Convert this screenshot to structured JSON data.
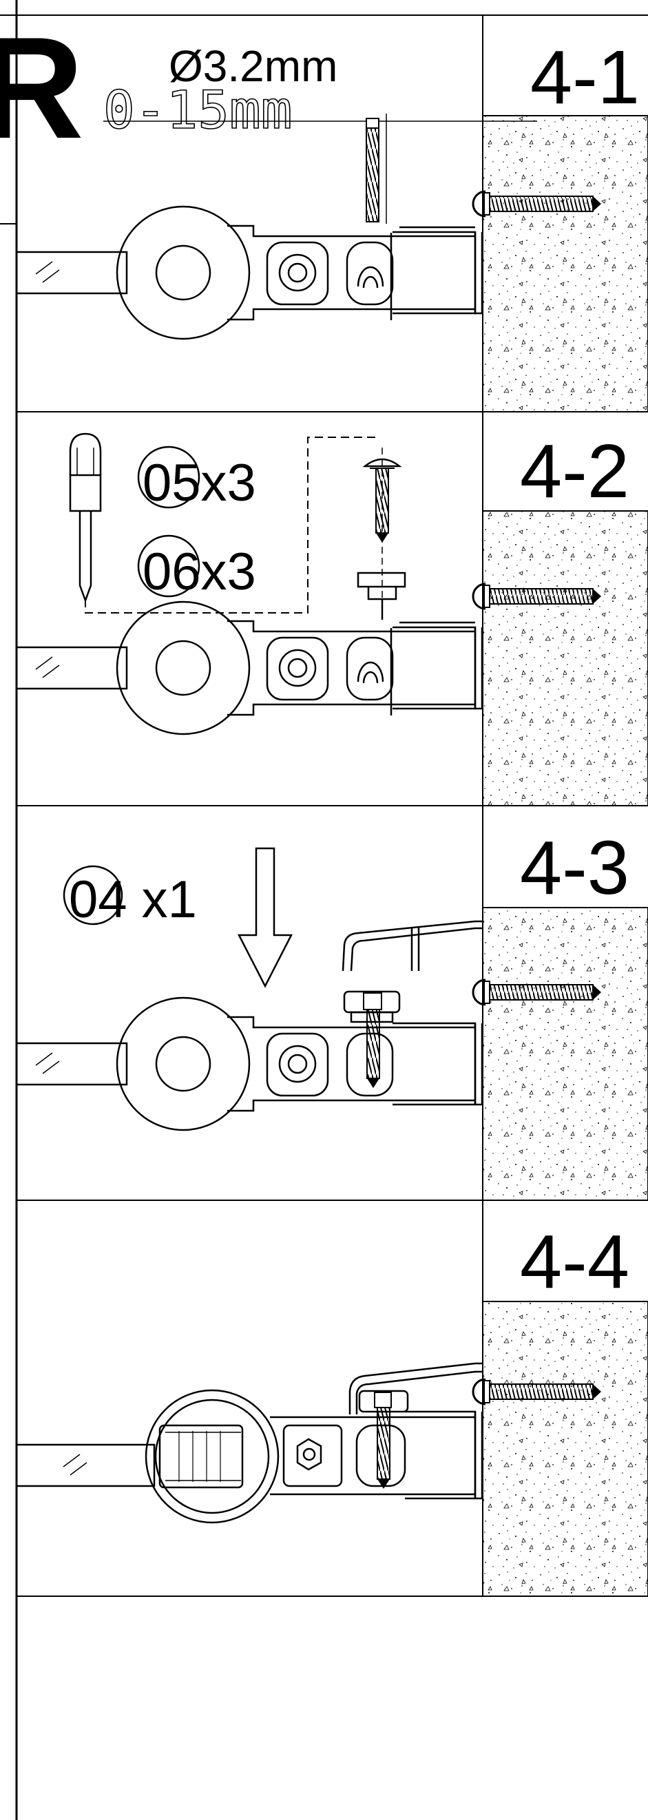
{
  "steps": [
    {
      "label": "4-1",
      "drill_diameter": "Ø3.2mm",
      "adjust_range": "0-15mm"
    },
    {
      "label": "4-2",
      "parts": [
        "05x3",
        "06x3"
      ]
    },
    {
      "label": "4-3",
      "parts": [
        "04 x1"
      ]
    },
    {
      "label": "4-4"
    }
  ],
  "header_glyph": "R",
  "icons": [
    "drill-bit-icon",
    "screw-icon",
    "allen-key-icon",
    "down-arrow-icon",
    "concrete-wall",
    "wall-screw-icon",
    "hinge-roller",
    "glass-panel"
  ]
}
